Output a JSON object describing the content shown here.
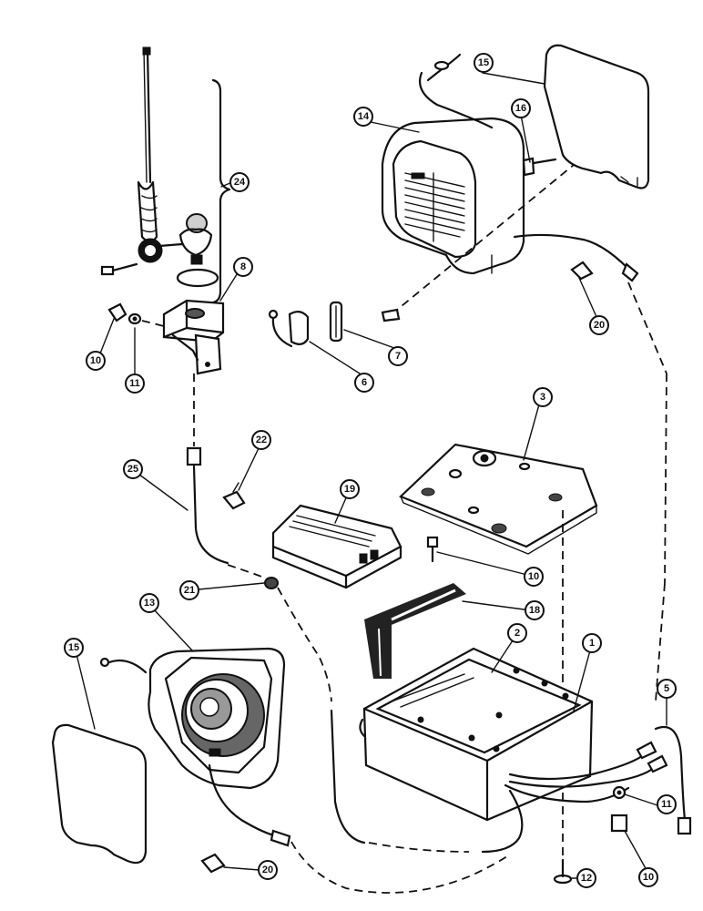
{
  "callouts": [
    "1",
    "2",
    "3",
    "5",
    "6",
    "7",
    "8",
    "10",
    "11",
    "12",
    "13",
    "14",
    "15",
    "16",
    "18",
    "19",
    "20",
    "21",
    "22",
    "24",
    "25"
  ]
}
